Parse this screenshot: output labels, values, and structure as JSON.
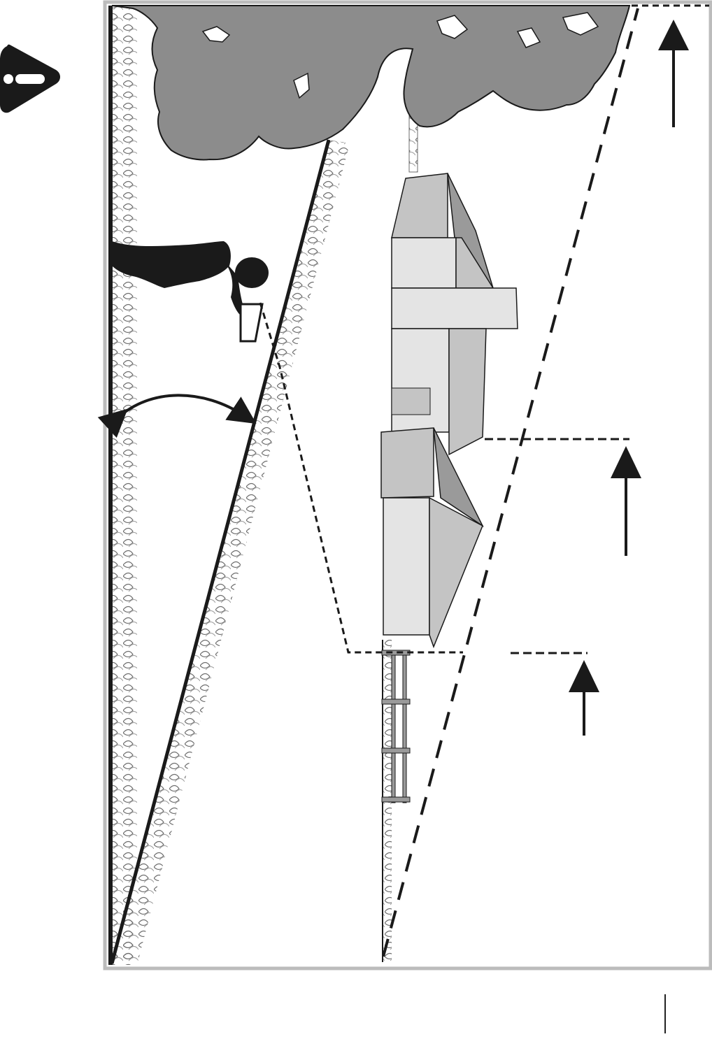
{
  "figure": {
    "kind": "safety-illustration",
    "orientation": "rotated-90",
    "colors": {
      "frame_border": "#bcbcbc",
      "tree_canopy": "#8c8c8c",
      "ink": "#1a1a1a",
      "building_light": "#e4e4e4",
      "building_mid": "#c4c4c4",
      "building_dark": "#9a9a9a",
      "grass": "#6e6e6e"
    },
    "icons": {
      "warning": "warning-triangle-icon",
      "person": "person-silhouette",
      "tree": "tree-canopy",
      "building": "building",
      "fence": "fence",
      "angle_arc": "double-headed-arc-arrow",
      "height_arrows": "up-arrow"
    }
  }
}
